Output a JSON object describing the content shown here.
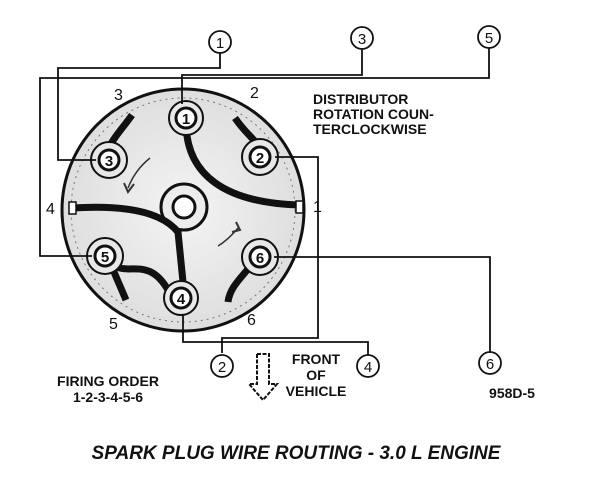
{
  "title": "SPARK PLUG WIRE ROUTING - 3.0 L ENGINE",
  "rotation_note": [
    "DISTRIBUTOR",
    "ROTATION COUN-",
    "TERCLOCKWISE"
  ],
  "firing_order": {
    "label": "FIRING ORDER",
    "sequence": "1-2-3-4-5-6"
  },
  "front_of_vehicle": [
    "FRONT",
    "OF",
    "VEHICLE"
  ],
  "figure_id": "958D-5",
  "cap_position_numbers": [
    "1",
    "2",
    "3",
    "4",
    "5",
    "6"
  ],
  "terminal_numbers": [
    "1",
    "2",
    "3",
    "4",
    "5",
    "6"
  ],
  "cylinder_callouts": [
    "1",
    "2",
    "3",
    "4",
    "5",
    "6"
  ]
}
